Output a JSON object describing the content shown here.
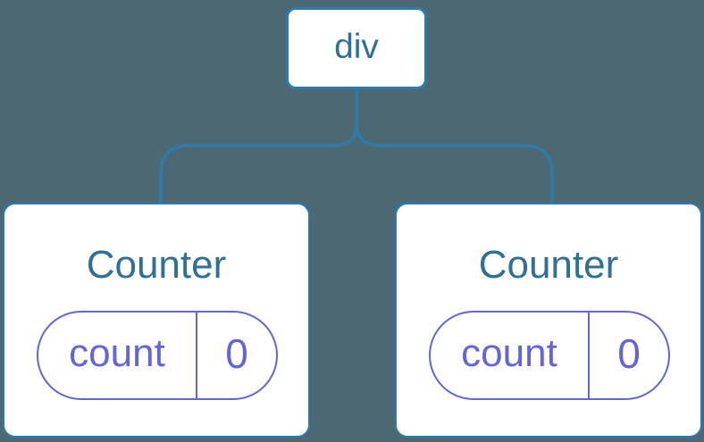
{
  "diagram": {
    "colors": {
      "background": "#4C6873",
      "connector_line": "#2C7CAE",
      "node_text": "#2F7096",
      "card_background": "#FFFFFF",
      "card_border": "#2C7CAE",
      "state_accent": "#6464E0"
    },
    "root": {
      "label": "div"
    },
    "children": [
      {
        "title": "Counter",
        "state": [
          {
            "name": "count",
            "value": "0"
          }
        ]
      },
      {
        "title": "Counter",
        "state": [
          {
            "name": "count",
            "value": "0"
          }
        ]
      }
    ]
  }
}
